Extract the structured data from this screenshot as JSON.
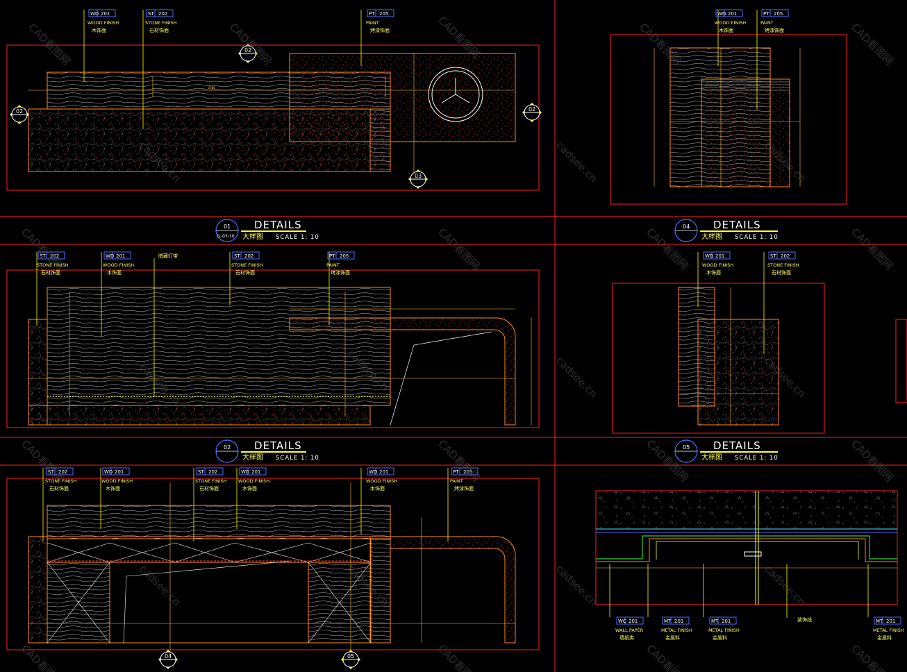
{
  "details": [
    {
      "num": "01",
      "ref": "IL-03-10",
      "title": "DETAILS",
      "cn": "大样图",
      "scale": "SCALE 1: 10"
    },
    {
      "num": "02",
      "ref": "",
      "title": "DETAILS",
      "cn": "大样图",
      "scale": "SCALE 1: 10"
    },
    {
      "num": "04",
      "ref": "",
      "title": "DETAILS",
      "cn": "大样图",
      "scale": "SCALE 1: 10"
    },
    {
      "num": "05",
      "ref": "",
      "title": "DETAILS",
      "cn": "大样图",
      "scale": "SCALE 1: 10"
    }
  ],
  "materials": {
    "wood": {
      "code": "WD",
      "num": "201",
      "en": "WOOD FINISH",
      "cn": "木饰面"
    },
    "stone": {
      "code": "ST",
      "num": "202",
      "en": "STONE FINISH",
      "cn": "石材饰面"
    },
    "paint": {
      "code": "PT",
      "num": "205",
      "en": "PAINT",
      "cn": "烤漆饰面"
    },
    "wall": {
      "code": "WC",
      "num": "201",
      "en": "WALL PAPER",
      "cn": "墙纸类"
    },
    "metal": {
      "code": "MT",
      "num": "201",
      "en": "METAL FINISH",
      "cn": "金属料"
    }
  },
  "notes": {
    "led": "暗藏灯带",
    "struct": "装饰线"
  },
  "section_marks": {
    "plan_top": "02",
    "plan_left": "02",
    "plan_right": "02",
    "plan_bottom": "03",
    "elev_a": "04",
    "elev_b": "05"
  },
  "watermarks": [
    "CAD看图网",
    "cadsee.cn"
  ],
  "colors": {
    "frame": "#ff2020",
    "outline": "#ff8c1a",
    "label": "#ffff66",
    "callout": "#ffff00",
    "tag_box": "#4d6bff",
    "stone_dots": "#ff3333",
    "cyan": "#40e0ff",
    "green": "#30d030"
  }
}
